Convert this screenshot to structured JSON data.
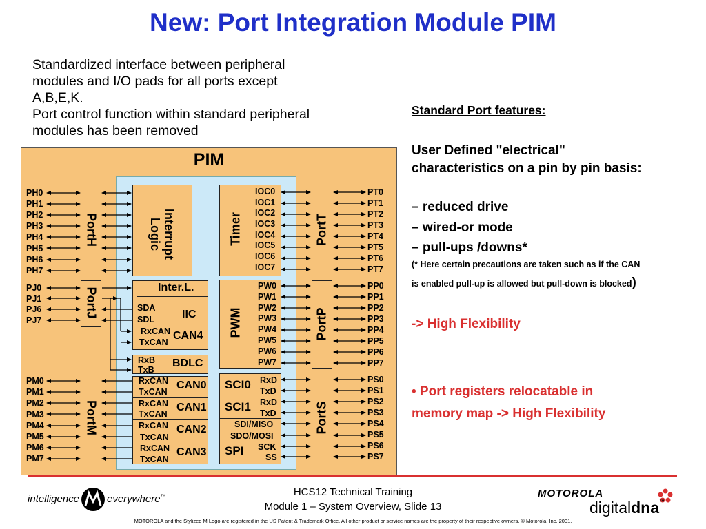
{
  "title": "New: Port Integration Module  PIM",
  "intro": [
    "Standardized interface between peripheral",
    "modules and I/O pads for all ports  except",
    "A,B,E,K.",
    "Port control function within standard peripheral",
    "modules has been removed"
  ],
  "features": {
    "heading": "Standard Port features:",
    "line1": "User Defined \"electrical\"",
    "line2": "characteristics on a pin by pin basis:",
    "item1": "– reduced drive",
    "item2": "– wired-or mode",
    "item3": "– pull-ups /downs*",
    "note1": "(* Here certain precautions are taken  such as if the CAN",
    "note2": "is enabled pull-up is allowed but  pull-down is blocked",
    "note2_paren": ")",
    "flex": "-> High Flexibility",
    "reloc1": "• Port registers relocatable in",
    "reloc2": " memory map -> High Flexibility"
  },
  "diagram": {
    "pim_label": "PIM",
    "porth": {
      "label": "PortH",
      "pins": [
        "PH0",
        "PH1",
        "PH2",
        "PH3",
        "PH4",
        "PH5",
        "PH6",
        "PH7"
      ]
    },
    "portj": {
      "label": "PortJ",
      "pins": [
        "PJ0",
        "PJ1",
        "PJ6",
        "PJ7"
      ]
    },
    "portm": {
      "label": "PortM",
      "pins": [
        "PM0",
        "PM1",
        "PM2",
        "PM3",
        "PM4",
        "PM5",
        "PM6",
        "PM7"
      ]
    },
    "portt": {
      "label": "PortT",
      "pins": [
        "PT0",
        "PT1",
        "PT2",
        "PT3",
        "PT4",
        "PT5",
        "PT6",
        "PT7"
      ]
    },
    "portp": {
      "label": "PortP",
      "pins": [
        "PP0",
        "PP1",
        "PP2",
        "PP3",
        "PP4",
        "PP5",
        "PP6",
        "PP7"
      ]
    },
    "ports": {
      "label": "PortS",
      "pins": [
        "PS0",
        "PS1",
        "PS2",
        "PS3",
        "PS4",
        "PS5",
        "PS6",
        "PS7"
      ]
    },
    "interrupt": "Interrupt\nLogic",
    "timer": {
      "label": "Timer",
      "signals": [
        "IOC0",
        "IOC1",
        "IOC2",
        "IOC3",
        "IOC4",
        "IOC5",
        "IOC6",
        "IOC7"
      ]
    },
    "pwm": {
      "label": "PWM",
      "signals": [
        "PW0",
        "PW1",
        "PW2",
        "PW3",
        "PW4",
        "PW5",
        "PW6",
        "PW7"
      ]
    },
    "interl": "Inter.L.",
    "iic": {
      "label": "IIC",
      "sda": "SDA",
      "sdl": "SDL"
    },
    "can4": {
      "label": "CAN4",
      "rx": "RxCAN",
      "tx": "TxCAN"
    },
    "bdlc": {
      "label": "BDLC",
      "rx": "RxB",
      "tx": "TxB"
    },
    "can0": {
      "label": "CAN0",
      "rx": "RxCAN",
      "tx": "TxCAN"
    },
    "can1": {
      "label": "CAN1",
      "rx": "RxCAN",
      "tx": "TxCAN"
    },
    "can2": {
      "label": "CAN2",
      "rx": "RxCAN",
      "tx": "TxCAN"
    },
    "can3": {
      "label": "CAN3",
      "rx": "RxCAN",
      "tx": "TxCAN"
    },
    "sci0": {
      "label": "SCI0",
      "rx": "RxD",
      "tx": "TxD"
    },
    "sci1": {
      "label": "SCI1",
      "rx": "RxD",
      "tx": "TxD"
    },
    "spi": {
      "label": "SPI",
      "miso": "SDI/MISO",
      "mosi": "SDO/MOSI",
      "sck": "SCK",
      "ss": "SS"
    }
  },
  "footer": {
    "course": "HCS12 Technical Training",
    "module": "Module 1 – System Overview, Slide 13",
    "legal": "MOTOROLA and the Stylized M Logo are registered in the US Patent & Trademark Office. All other  product or service names are the property of their respective owners.  © Motorola, Inc. 2001.",
    "tag_left": "intelligence",
    "tag_right": "everywhere",
    "tm": "™",
    "brand": "MOTOROLA",
    "dna_a": "digital",
    "dna_b": "dna",
    "tm2": "™"
  },
  "colors": {
    "title": "#1f2fc8",
    "accent": "#d93030",
    "module": "#f7c37a",
    "core": "#cce9f8"
  }
}
